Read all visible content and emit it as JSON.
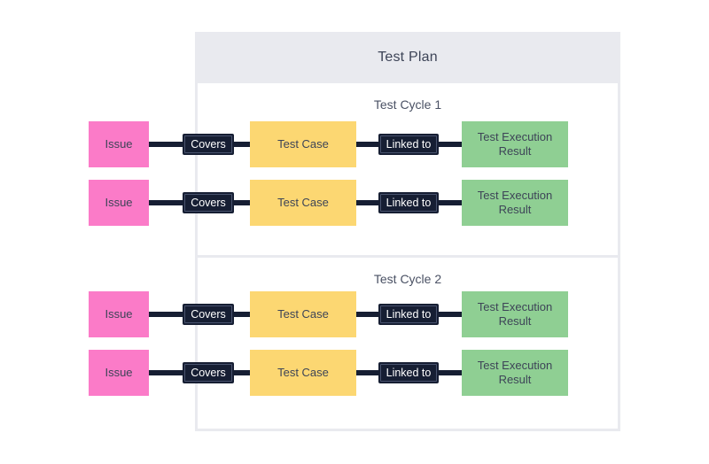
{
  "diagram": {
    "title": "Test Plan",
    "colors": {
      "plan_header_bg": "#e9eaef",
      "panel_bg": "#ffffff",
      "issue": "#fb7bc8",
      "test_case": "#fcd772",
      "result": "#8fcf93",
      "badge": "#161e33",
      "badge_border": "#49536e",
      "connector": "#161e33",
      "text": "#3d4457"
    },
    "cycles": [
      {
        "title": "Test Cycle 1",
        "rows": [
          {
            "issue": "Issue",
            "relation_1": "Covers",
            "test_case": "Test Case",
            "relation_2": "Linked to",
            "result": "Test Execution Result"
          },
          {
            "issue": "Issue",
            "relation_1": "Covers",
            "test_case": "Test Case",
            "relation_2": "Linked to",
            "result": "Test Execution Result"
          }
        ]
      },
      {
        "title": "Test Cycle 2",
        "rows": [
          {
            "issue": "Issue",
            "relation_1": "Covers",
            "test_case": "Test Case",
            "relation_2": "Linked to",
            "result": "Test Execution Result"
          },
          {
            "issue": "Issue",
            "relation_1": "Covers",
            "test_case": "Test Case",
            "relation_2": "Linked to",
            "result": "Test Execution Result"
          }
        ]
      }
    ]
  }
}
